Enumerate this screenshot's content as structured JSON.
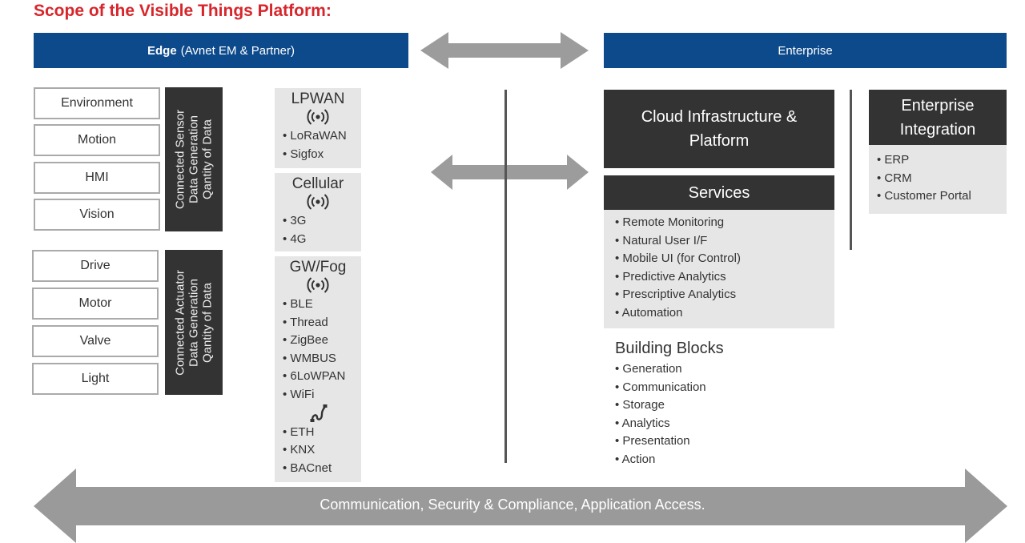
{
  "title": "Scope of the Visible Things Platform:",
  "edge_header": {
    "bold": "Edge",
    "rest": "(Avnet EM & Partner)"
  },
  "enterprise_header": "Enterprise",
  "sensors": [
    "Environment",
    "Motion",
    "HMI",
    "Vision"
  ],
  "sensor_panel": {
    "line1": "Connected Sensor",
    "line2": "Data Generation",
    "line3": "Qantity of Data"
  },
  "actuators": [
    "Drive",
    "Motor",
    "Valve",
    "Light"
  ],
  "actuator_panel": {
    "line1": "Connected Actuator",
    "line2": "Data Generation",
    "line3": "Qantity of Data"
  },
  "lpwan": {
    "title": "LPWAN",
    "icon": "wireless-signal-icon",
    "items": [
      "LoRaWAN",
      "Sigfox"
    ]
  },
  "cellular": {
    "title": "Cellular",
    "icon": "wireless-signal-icon",
    "items": [
      "3G",
      "4G"
    ]
  },
  "gwfog": {
    "title": "GW/Fog",
    "icon": "wireless-signal-icon",
    "wireless_items": [
      "BLE",
      "Thread",
      "ZigBee",
      "WMBUS",
      "6LoWPAN",
      "WiFi"
    ],
    "wired_icon": "cable-icon",
    "wired_items": [
      "ETH",
      "KNX",
      "BACnet"
    ]
  },
  "cloud": {
    "line1": "Cloud Infrastructure &",
    "line2": "Platform"
  },
  "services": {
    "title": "Services",
    "items": [
      "Remote Monitoring",
      "Natural User I/F",
      "Mobile UI (for Control)",
      "Predictive Analytics",
      "Prescriptive Analytics",
      "Automation"
    ]
  },
  "building_blocks": {
    "title": "Building Blocks",
    "items": [
      "Generation",
      "Communication",
      "Storage",
      "Analytics",
      "Presentation",
      "Action"
    ]
  },
  "enterprise_integration": {
    "line1": "Enterprise",
    "line2": "Integration",
    "items": [
      "ERP",
      "CRM",
      "Customer Portal"
    ]
  },
  "bottom_banner": "Communication, Security & Compliance, Application Access.",
  "colors": {
    "title_red": "#d7262b",
    "header_blue": "#0d4a8c",
    "dark_panel": "#333333",
    "light_panel": "#e6e6e6",
    "arrow_grey": "#999999",
    "banner_grey": "#9a9a9a"
  }
}
